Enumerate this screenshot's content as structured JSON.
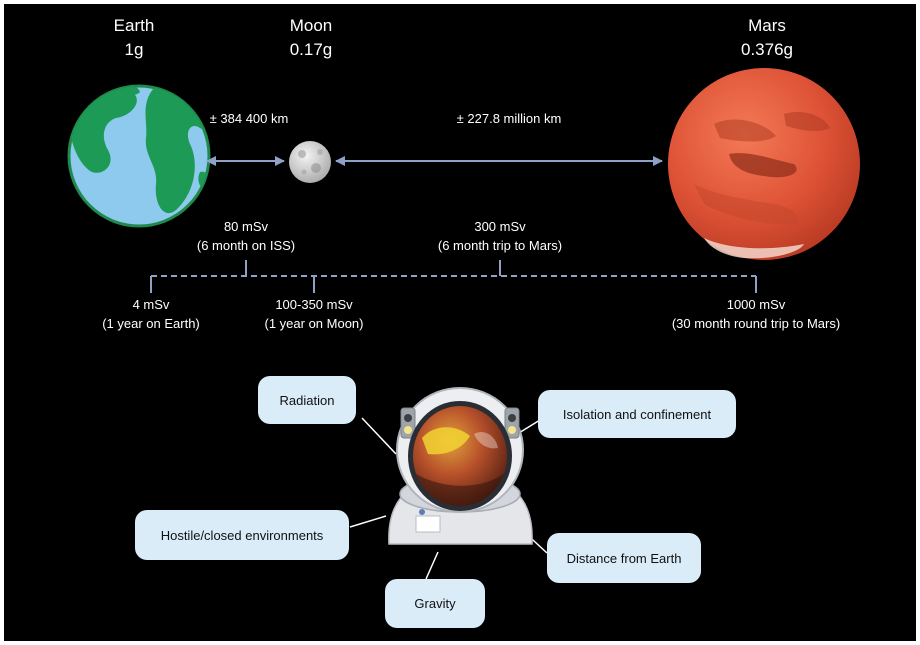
{
  "bodies": {
    "earth": {
      "name": "Earth",
      "gravity": "1g"
    },
    "moon": {
      "name": "Moon",
      "gravity": "0.17g"
    },
    "mars": {
      "name": "Mars",
      "gravity": "0.376g"
    }
  },
  "distances": {
    "earth_moon": "± 384 400 km",
    "moon_mars": "± 227.8 million  km"
  },
  "doses_above": [
    {
      "value": "80 mSv",
      "desc": "(6 month on ISS)"
    },
    {
      "value": "300 mSv",
      "desc": "(6 month trip to Mars)"
    }
  ],
  "doses_below": [
    {
      "value": "4 mSv",
      "desc": "(1 year on Earth)"
    },
    {
      "value": "100-350 mSv",
      "desc": "(1 year on Moon)"
    },
    {
      "value": "1000 mSv",
      "desc": "(30 month round trip to Mars)"
    }
  ],
  "hazards": {
    "radiation": "Radiation",
    "isolation": "Isolation and confinement",
    "hostile": "Hostile/closed environments",
    "distance": "Distance from Earth",
    "gravity": "Gravity"
  },
  "colors": {
    "background": "#000000",
    "box_fill": "#d9ecf8",
    "connector": "#8fa1c7",
    "ocean": "#8ec9ee",
    "land": "#1d9a55",
    "mars": "#e0543a"
  }
}
